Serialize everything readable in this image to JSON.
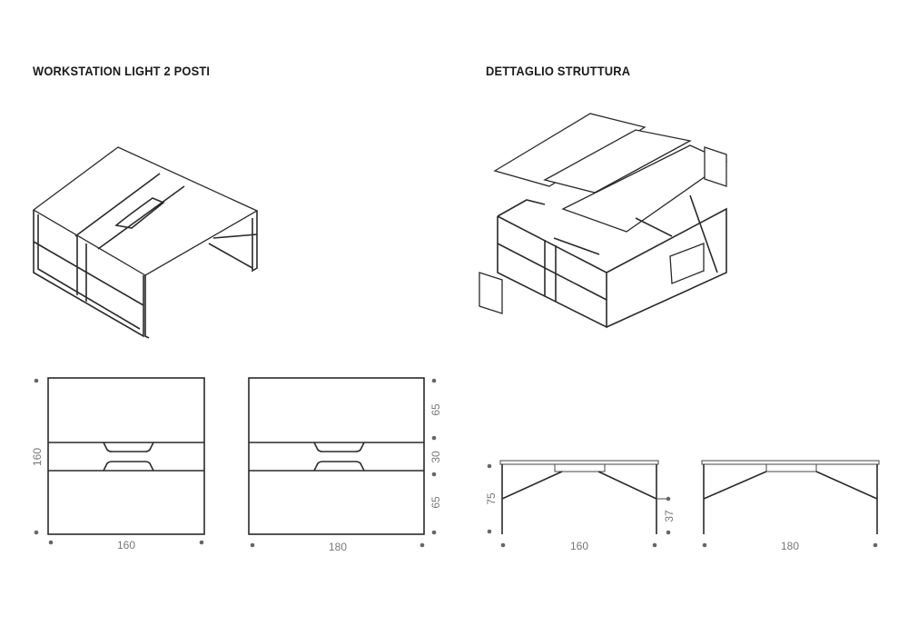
{
  "left_section": {
    "title": "WORKSTATION LIGHT 2 POSTI",
    "plan_160": {
      "width_label": "160",
      "depth_label": "160"
    },
    "plan_180": {
      "width_label": "180",
      "segments": [
        "65",
        "30",
        "65"
      ]
    }
  },
  "right_section": {
    "title": "DETTAGLIO STRUTTURA",
    "elev_160": {
      "width_label": "160",
      "height_label": "75",
      "beam_height_label": "37"
    },
    "elev_180": {
      "width_label": "180"
    }
  }
}
